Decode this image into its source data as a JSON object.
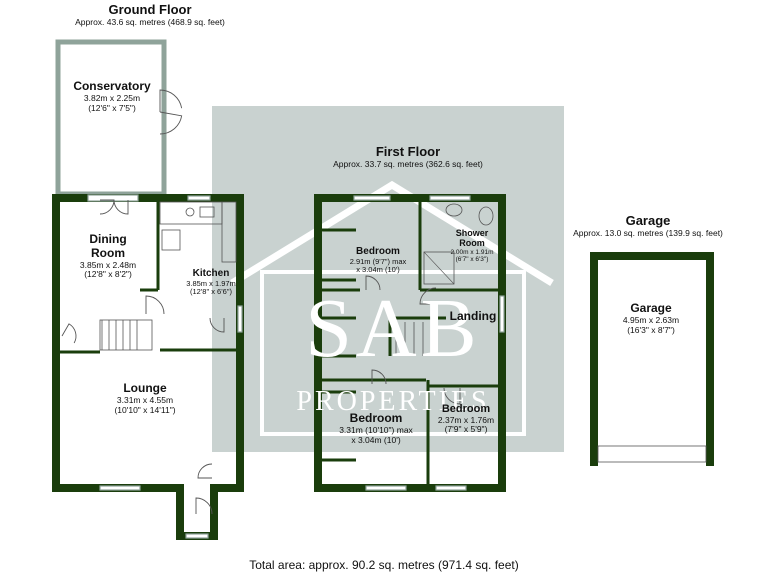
{
  "ground_floor": {
    "title": "Ground Floor",
    "area": "Approx. 43.6 sq. metres (468.9 sq. feet)",
    "rooms": [
      {
        "name": "Conservatory",
        "dims": [
          "3.82m x 2.25m",
          "(12'6\" x 7'5\")"
        ]
      },
      {
        "name": "Dining Room",
        "name_lines": [
          "Dining",
          "Room"
        ],
        "dims": [
          "3.85m x 2.48m",
          "(12'8\" x 8'2\")"
        ]
      },
      {
        "name": "Kitchen",
        "dims": [
          "3.85m x 1.97m",
          "(12'8\" x 6'6\")"
        ]
      },
      {
        "name": "Lounge",
        "dims": [
          "3.31m x 4.55m",
          "(10'10\" x 14'11\")"
        ]
      }
    ]
  },
  "first_floor": {
    "title": "First Floor",
    "area": "Approx. 33.7 sq. metres (362.6 sq. feet)",
    "rooms": [
      {
        "name": "Bedroom",
        "dims": [
          "2.91m (9'7\") max",
          "x 3.04m (10')"
        ]
      },
      {
        "name": "Shower Room",
        "name_lines": [
          "Shower",
          "Room"
        ],
        "dims": [
          "2.00m x 1.91m",
          "(6'7\" x 6'3\")"
        ]
      },
      {
        "name": "Landing"
      },
      {
        "name": "Bedroom",
        "dims": [
          "3.31m (10'10\") max",
          "x 3.04m (10')"
        ]
      },
      {
        "name": "Bedroom",
        "dims": [
          "2.37m x 1.76m",
          "(7'9\" x 5'9\")"
        ]
      }
    ]
  },
  "garage": {
    "title": "Garage",
    "area": "Approx. 13.0 sq. metres (139.9 sq. feet)",
    "room": {
      "name": "Garage",
      "dims": [
        "4.95m x 2.63m",
        "(16'3\" x 8'7\")"
      ]
    }
  },
  "total_area": "Total area: approx. 90.2 sq. metres (971.4 sq. feet)",
  "watermark": {
    "logo": "SAB",
    "text": "PROPERTIES"
  },
  "colors": {
    "wall": "#1a3d0c",
    "watermark": "#c9d2d0",
    "window": "#8fa39a",
    "fixture": "#555555"
  }
}
